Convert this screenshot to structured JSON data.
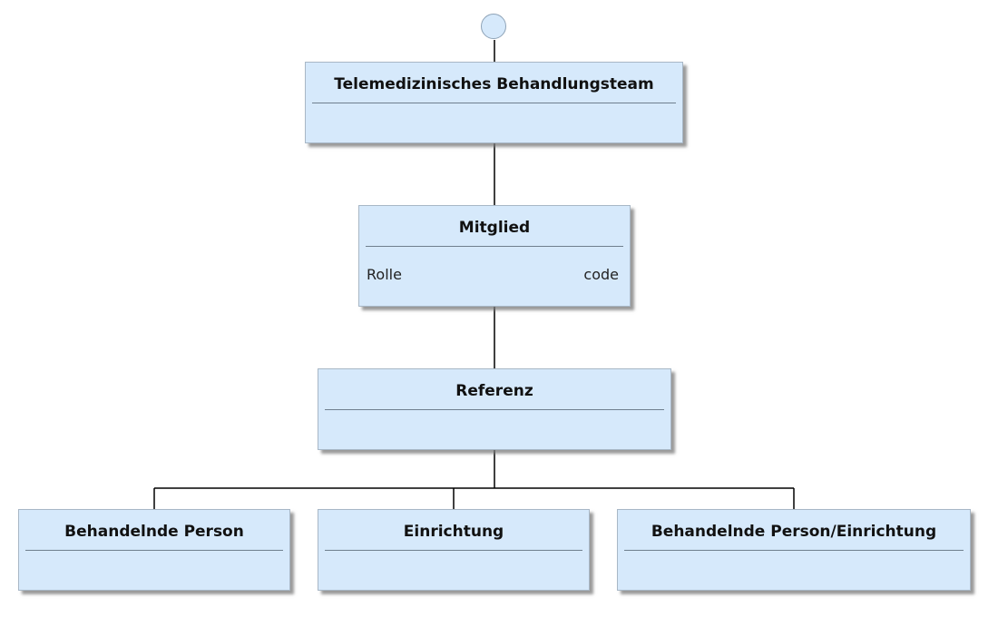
{
  "diagram": {
    "root": {
      "title": "Telemedizinisches Behandlungsteam"
    },
    "member": {
      "title": "Mitglied",
      "attribute_name": "Rolle",
      "attribute_type": "code"
    },
    "reference": {
      "title": "Referenz"
    },
    "children": [
      {
        "title": "Behandelnde Person"
      },
      {
        "title": "Einrichtung"
      },
      {
        "title": "Behandelnde Person/Einrichtung"
      }
    ]
  }
}
